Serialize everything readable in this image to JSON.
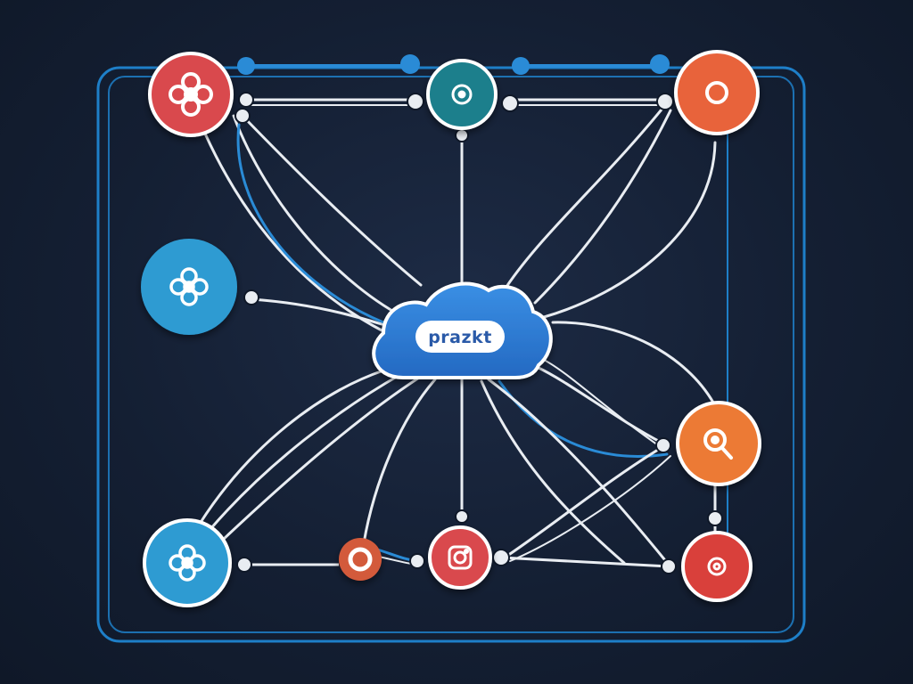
{
  "diagram": {
    "hub_label": "prazkt",
    "colors": {
      "background": "#141f33",
      "frame": "#1e7fc8",
      "wire": "#e9edf2",
      "wire_accent": "#2a8bd6",
      "hub_fill": "#2d7ed6",
      "hub_label_text": "#2b5aa8",
      "red": "#d9484d",
      "teal": "#1f7f8c",
      "orange_red": "#e8643a",
      "light_blue": "#2f9bd2",
      "orange": "#ec7a35",
      "crimson": "#d93f3b"
    },
    "nodes": [
      {
        "id": "node-top-left",
        "icon": "flower-icon",
        "color": "red"
      },
      {
        "id": "node-top-center",
        "icon": "target-icon",
        "color": "teal"
      },
      {
        "id": "node-top-right",
        "icon": "ring-icon",
        "color": "orange_red"
      },
      {
        "id": "node-mid-left",
        "icon": "flower-icon",
        "color": "light_blue"
      },
      {
        "id": "node-mid-right",
        "icon": "search-icon",
        "color": "orange"
      },
      {
        "id": "node-bottom-left",
        "icon": "flower-icon",
        "color": "light_blue"
      },
      {
        "id": "node-bottom-ring",
        "icon": "ring-icon",
        "color": "orange_red"
      },
      {
        "id": "node-bottom-center",
        "icon": "camera-icon",
        "color": "red"
      },
      {
        "id": "node-bottom-right",
        "icon": "at-icon",
        "color": "crimson"
      }
    ]
  }
}
